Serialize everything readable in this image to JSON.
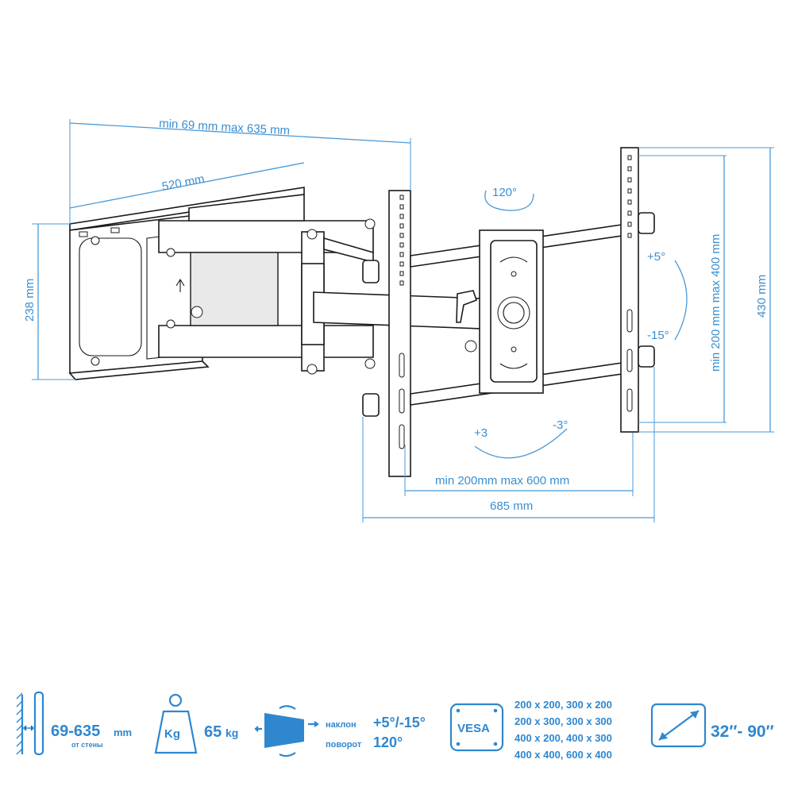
{
  "dimensions": {
    "depth_range": "min 69 mm max 635 mm",
    "arm_length": "520 mm",
    "wall_plate_height": "238 mm",
    "swivel": "120°",
    "tilt_up": "+5°",
    "tilt_down": "-15°",
    "vertical_range": "min 200 mm max 400 mm",
    "rail_height": "430 mm",
    "rotate_plus": "+3",
    "rotate_minus": "-3°",
    "horizontal_range": "min  200mm max 600 mm",
    "total_width": "685 mm"
  },
  "specs": {
    "depth": {
      "value": "69-635",
      "unit": "mm",
      "sub": "от стены"
    },
    "weight": {
      "badge": "Kg",
      "value": "65",
      "unit": "kg"
    },
    "tilt": {
      "label": "наклон",
      "value": "+5°/-15°"
    },
    "swivel": {
      "label": "поворот",
      "value": "120°"
    },
    "vesa": {
      "badge": "VESA",
      "rows": [
        "200 x 200, 300 x 200",
        "200 x 300, 300 x 300",
        "400 x 200, 400 x 300",
        "400 x 400, 600 x 400"
      ]
    },
    "screen": {
      "value": "32″- 90″"
    }
  },
  "colors": {
    "accent": "#2f87cf",
    "line": "#1a1a1a"
  },
  "icons": [
    "wall-depth-icon",
    "weight-icon",
    "tilt-swivel-icon",
    "vesa-icon",
    "screen-size-icon"
  ]
}
